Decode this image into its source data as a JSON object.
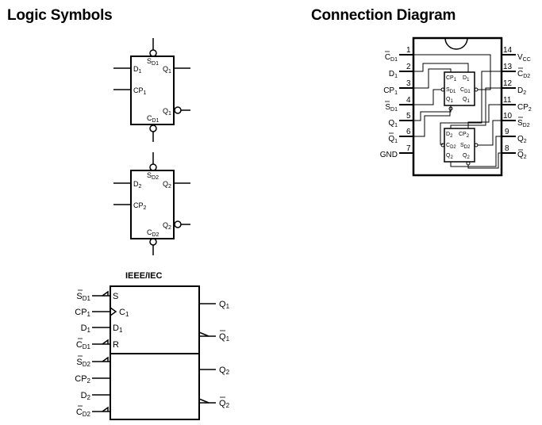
{
  "headings": {
    "logic_symbols": "Logic Symbols",
    "connection_diagram": "Connection Diagram"
  },
  "logic_symbol_1": {
    "inputs": [
      {
        "base": "D",
        "sub": "1"
      },
      {
        "base": "CP",
        "sub": "1"
      }
    ],
    "set": {
      "base": "S",
      "sub": "D1"
    },
    "clear": {
      "base": "C",
      "sub": "D1"
    },
    "q": {
      "base": "Q",
      "sub": "1"
    },
    "qbar": {
      "base": "Q",
      "sub": "1"
    }
  },
  "logic_symbol_2": {
    "inputs": [
      {
        "base": "D",
        "sub": "2"
      },
      {
        "base": "CP",
        "sub": "2"
      }
    ],
    "set": {
      "base": "S",
      "sub": "D2"
    },
    "clear": {
      "base": "C",
      "sub": "D2"
    },
    "q": {
      "base": "Q",
      "sub": "2"
    },
    "qbar": {
      "base": "Q",
      "sub": "2"
    }
  },
  "ieee": {
    "title": "IEEE/IEC",
    "inputs": [
      {
        "base": "S",
        "sub": "D1",
        "bar": true
      },
      {
        "base": "CP",
        "sub": "1",
        "bar": false
      },
      {
        "base": "D",
        "sub": "1",
        "bar": false
      },
      {
        "base": "C",
        "sub": "D1",
        "bar": true
      },
      {
        "base": "S",
        "sub": "D2",
        "bar": true
      },
      {
        "base": "CP",
        "sub": "2",
        "bar": false
      },
      {
        "base": "D",
        "sub": "2",
        "bar": false
      },
      {
        "base": "C",
        "sub": "D2",
        "bar": true
      }
    ],
    "inner_labels": [
      {
        "base": "S",
        "sub": ""
      },
      {
        "base": "C",
        "sub": "1"
      },
      {
        "base": "D",
        "sub": "1"
      },
      {
        "base": "R",
        "sub": ""
      }
    ],
    "outputs": [
      {
        "base": "Q",
        "sub": "1",
        "bar": false
      },
      {
        "base": "Q",
        "sub": "1",
        "bar": true
      },
      {
        "base": "Q",
        "sub": "2",
        "bar": false
      },
      {
        "base": "Q",
        "sub": "2",
        "bar": true
      }
    ]
  },
  "connection": {
    "left_pins": [
      {
        "num": "1",
        "base": "C",
        "sub": "D1",
        "bar": true
      },
      {
        "num": "2",
        "base": "D",
        "sub": "1",
        "bar": false
      },
      {
        "num": "3",
        "base": "CP",
        "sub": "1",
        "bar": false
      },
      {
        "num": "4",
        "base": "S",
        "sub": "D1",
        "bar": true
      },
      {
        "num": "5",
        "base": "Q",
        "sub": "1",
        "bar": false
      },
      {
        "num": "6",
        "base": "Q",
        "sub": "1",
        "bar": true
      },
      {
        "num": "7",
        "base": "GND",
        "sub": "",
        "bar": false
      }
    ],
    "right_pins": [
      {
        "num": "14",
        "base": "V",
        "sub": "CC",
        "bar": false
      },
      {
        "num": "13",
        "base": "C",
        "sub": "D2",
        "bar": true
      },
      {
        "num": "12",
        "base": "D",
        "sub": "2",
        "bar": false
      },
      {
        "num": "11",
        "base": "CP",
        "sub": "2",
        "bar": false
      },
      {
        "num": "10",
        "base": "S",
        "sub": "D2",
        "bar": true
      },
      {
        "num": "9",
        "base": "Q",
        "sub": "2",
        "bar": false
      },
      {
        "num": "8",
        "base": "Q",
        "sub": "2",
        "bar": true
      }
    ],
    "ff1_labels": [
      {
        "base": "CP",
        "sub": "1"
      },
      {
        "base": "D",
        "sub": "1"
      },
      {
        "base": "S",
        "sub": "D1"
      },
      {
        "base": "C",
        "sub": "D1"
      },
      {
        "base": "Q",
        "sub": "1"
      },
      {
        "base": "Q",
        "sub": "1"
      }
    ],
    "ff2_labels": [
      {
        "base": "D",
        "sub": "2"
      },
      {
        "base": "CP",
        "sub": "2"
      },
      {
        "base": "C",
        "sub": "D2"
      },
      {
        "base": "S",
        "sub": "D2"
      },
      {
        "base": "Q",
        "sub": "2"
      },
      {
        "base": "Q",
        "sub": "2"
      }
    ]
  }
}
